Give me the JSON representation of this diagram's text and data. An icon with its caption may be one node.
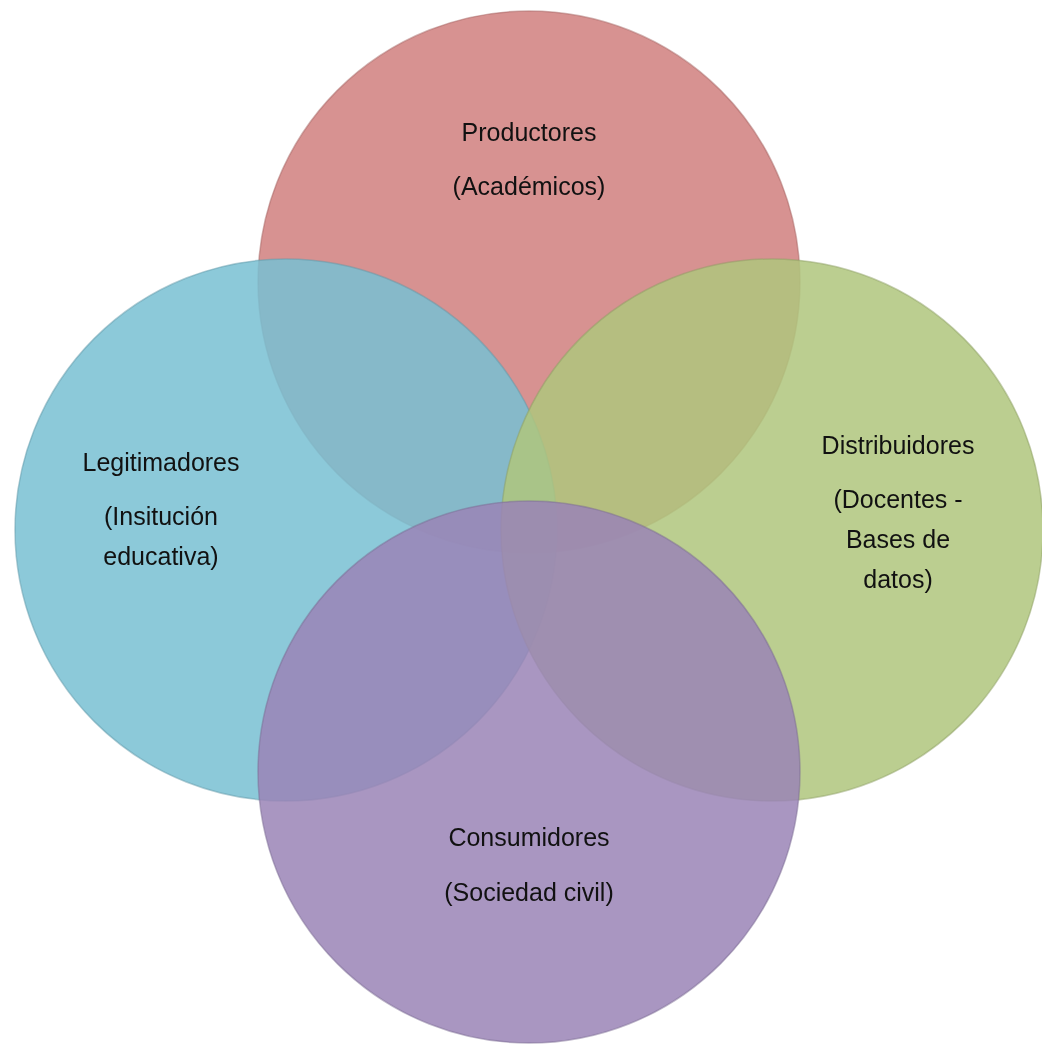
{
  "diagram": {
    "nodes": [
      {
        "text": [
          "Productores",
          "(Académicos)"
        ]
      },
      {
        "text": [
          "Legitimadores",
          "(Insitución educativa)"
        ]
      },
      {
        "text": [
          "Distribuidores",
          "(Docentes - Bases de datos)"
        ]
      },
      {
        "text": [
          "Consumidores",
          "(Sociedad civil)"
        ]
      }
    ]
  }
}
